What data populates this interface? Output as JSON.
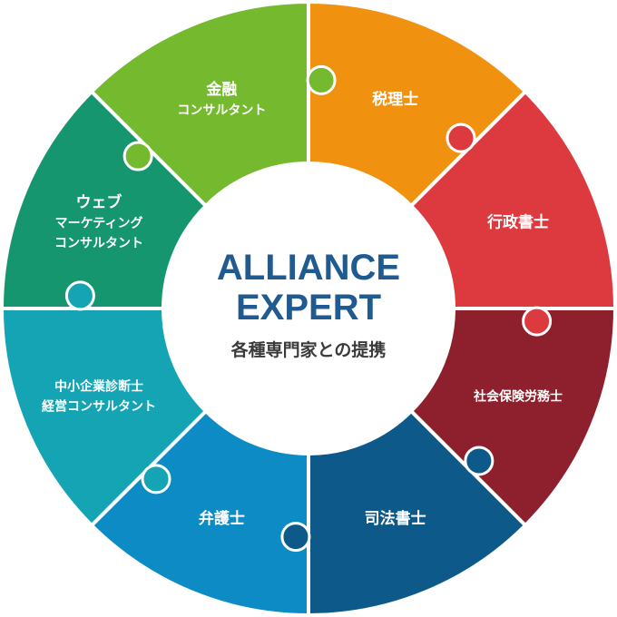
{
  "center": {
    "title_line1": "ALLIANCE",
    "title_line2": "EXPERT",
    "subtitle": "各種専門家との提携",
    "title_color": "#1f5a90",
    "subtitle_color": "#3a3a3a"
  },
  "segments": [
    {
      "name": "zeirishi",
      "color": "#f0920f",
      "lines": [
        "税理士"
      ]
    },
    {
      "name": "gyoseishoshi",
      "color": "#dd3a40",
      "lines": [
        "行政書士"
      ]
    },
    {
      "name": "sharoshi",
      "color": "#8e1f2c",
      "lines": [
        "社会保険労務士"
      ]
    },
    {
      "name": "shihoshoshi",
      "color": "#0d5989",
      "lines": [
        "司法書士"
      ]
    },
    {
      "name": "bengoshi",
      "color": "#0d8bc5",
      "lines": [
        "弁護士"
      ]
    },
    {
      "name": "shindanshi",
      "color": "#14a4b4",
      "lines": [
        "中小企業診断士",
        "経営コンサルタント"
      ]
    },
    {
      "name": "web-consultant",
      "color": "#16966f",
      "lines": [
        "ウェブ",
        "マーケティング",
        "コンサルタント"
      ]
    },
    {
      "name": "finance-consultant",
      "color": "#75b92e",
      "lines": [
        "金融",
        "コンサルタント"
      ]
    }
  ]
}
